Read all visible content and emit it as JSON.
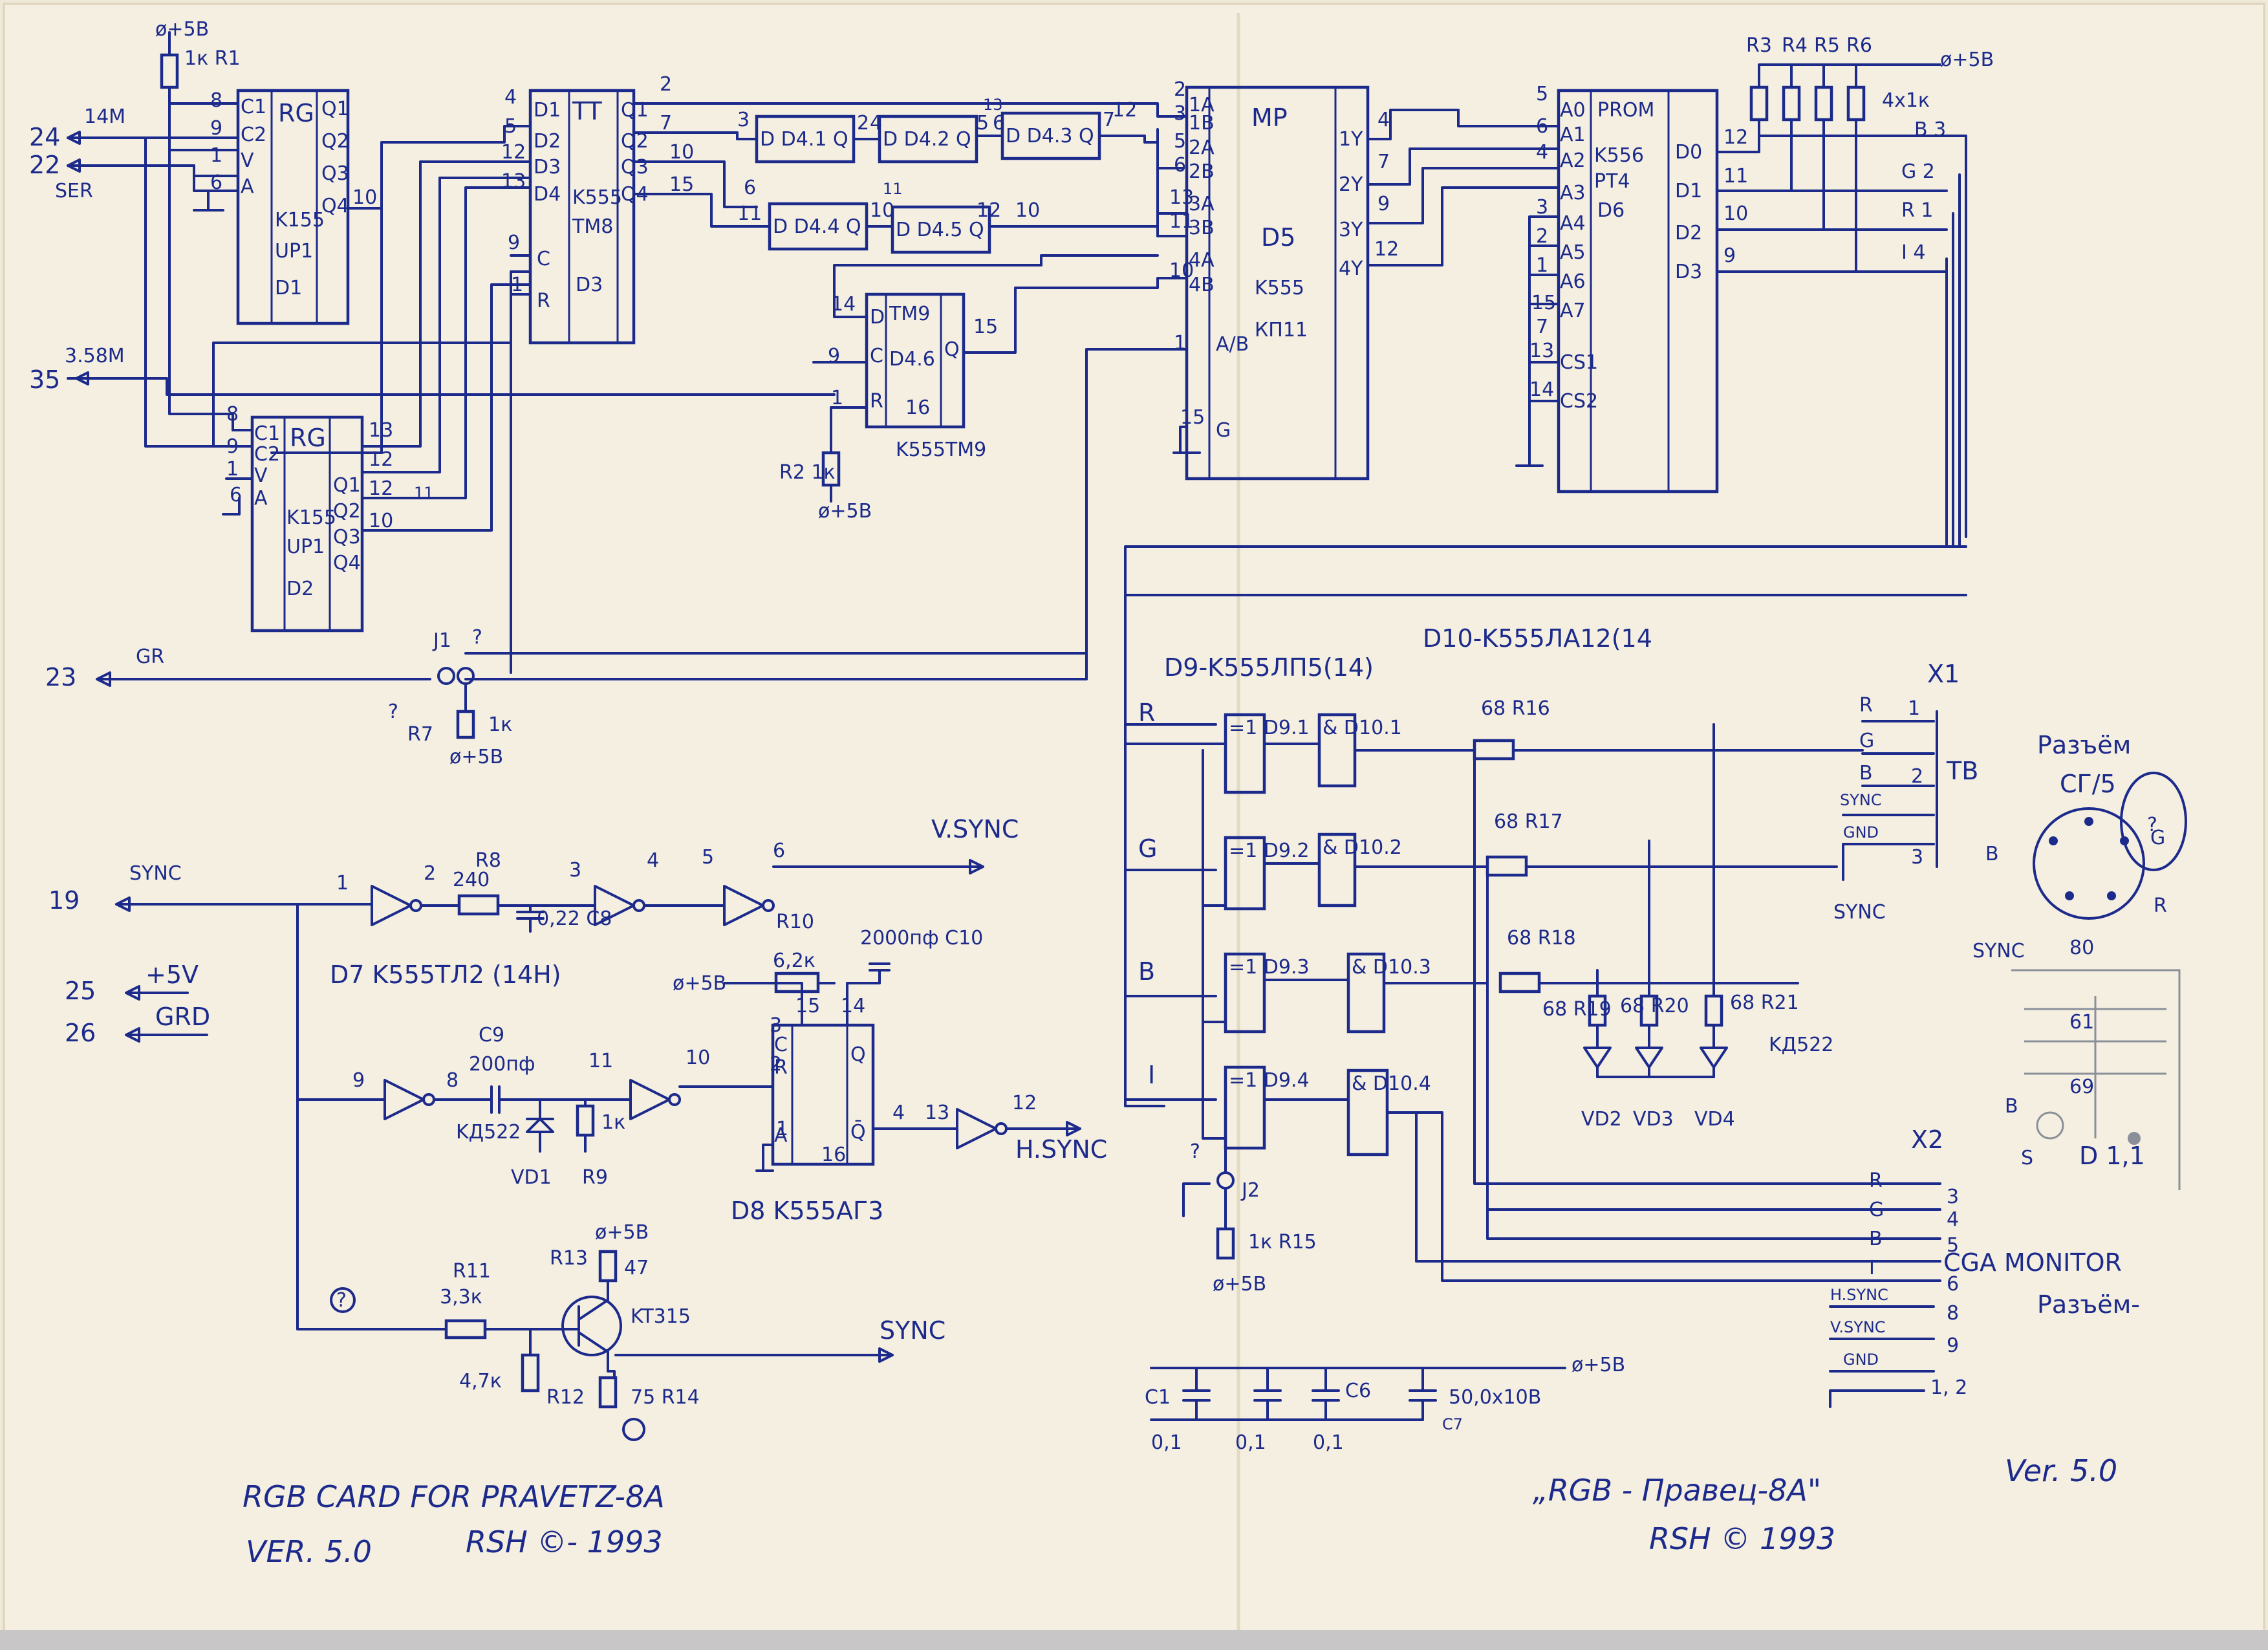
{
  "chips": {
    "d1": {
      "type": "RG",
      "part": "K155",
      "part2": "UP1",
      "ref": "D1",
      "pins_in": [
        "C1",
        "C2",
        "V",
        "A"
      ],
      "pins_out": [
        "Q1",
        "Q2",
        "Q3",
        "Q4"
      ],
      "pin_nums": [
        "8",
        "9",
        "1",
        "6",
        "10"
      ]
    },
    "d2": {
      "type": "RG",
      "part": "K155",
      "part2": "UP1",
      "ref": "D2",
      "pins_in": [
        "C1",
        "C2",
        "V",
        "A"
      ],
      "pins_out": [
        "Q1",
        "Q2",
        "Q3",
        "Q4"
      ],
      "pin_nums": [
        "8",
        "9",
        "1",
        "6",
        "13",
        "12",
        "12",
        "10",
        "11"
      ]
    },
    "d3": {
      "type": "TT",
      "part": "K555",
      "part2": "TM8",
      "ref": "D3",
      "pins_in": [
        "D1",
        "D2",
        "D3",
        "D4",
        "C",
        "R"
      ],
      "pins_out": [
        "Q1",
        "Q2",
        "Q3",
        "Q4"
      ],
      "pin_nums": [
        "4",
        "5",
        "12",
        "13",
        "9",
        "1",
        "2",
        "7",
        "10",
        "15"
      ]
    },
    "d4": {
      "cells": [
        "D D4.1 Q",
        "D D4.2 Q",
        "D D4.3 Q",
        "D D4.4 Q",
        "D D4.5 Q"
      ],
      "pin_nums": [
        "3",
        "2",
        "4",
        "5",
        "6",
        "7",
        "12",
        "13",
        "11",
        "10",
        "12",
        "10",
        "6",
        "11"
      ]
    },
    "d46": {
      "type": "TM9",
      "ref": "D4.6",
      "part": "K555TM9",
      "pins": [
        "D",
        "C",
        "R",
        "Q"
      ],
      "pin_nums": [
        "14",
        "9",
        "1",
        "16",
        "15"
      ]
    },
    "d5": {
      "type": "MP",
      "ref": "D5",
      "part": "K555",
      "part2": "КП11",
      "pins_in": [
        "1A",
        "1B",
        "2A",
        "2B",
        "3A",
        "3B",
        "4A",
        "4B",
        "A/B",
        "G"
      ],
      "pins_out": [
        "1Y",
        "2Y",
        "3Y",
        "4Y"
      ],
      "pin_nums": [
        "2",
        "3",
        "5",
        "6",
        "13",
        "11",
        "10",
        "1",
        "15",
        "4",
        "7",
        "9",
        "12"
      ]
    },
    "d6": {
      "type": "PROM",
      "ref": "D6",
      "part": "K556",
      "part2": "PT4",
      "pins_in": [
        "A0",
        "A1",
        "A2",
        "A3",
        "A4",
        "A5",
        "A6",
        "A7",
        "CS1",
        "CS2"
      ],
      "pins_out": [
        "D0",
        "D1",
        "D2",
        "D3"
      ],
      "pin_nums": [
        "5",
        "6",
        "4",
        "3",
        "2",
        "1",
        "15",
        "7",
        "13",
        "14",
        "12",
        "11",
        "10",
        "9"
      ]
    },
    "d7": {
      "label": "D7 K555TЛ2 (14H)",
      "pins": [
        "1",
        "2",
        "3",
        "4",
        "5",
        "6",
        "9",
        "8",
        "11",
        "10",
        "13",
        "12"
      ]
    },
    "d8": {
      "label": "D8 K555AГ3",
      "pins": [
        "3",
        "2",
        "1",
        "15",
        "14",
        "4",
        "16"
      ],
      "io": [
        "A",
        "R",
        "Q",
        "Q̄",
        "C"
      ]
    },
    "d9": {
      "label": "D9-K555ЛП5(14)",
      "cells": [
        "=1 D9.1",
        "=1 D9.2",
        "=1 D9.3",
        "=1 D9.4"
      ]
    },
    "d10": {
      "label": "D10-K555ЛA12(14",
      "cells": [
        "& D10.1",
        "& D10.2",
        "& D10.3",
        "& D10.4"
      ]
    }
  },
  "resistors": {
    "r1": "1к R1",
    "r2": "R2 1к",
    "r3_6": [
      "R3",
      "R4",
      "R5",
      "R6"
    ],
    "r3_6_val": "4x1к",
    "r7": "R7",
    "r7_val": "1к",
    "r8": "R8",
    "r8_val": "240",
    "r9": "R9",
    "r9_val": "1к",
    "r10": "R10",
    "r10_val": "6,2к",
    "r11": "R11",
    "r11_val": "3,3к",
    "r12": "R12",
    "r12_val": "4,7к",
    "r13": "R13",
    "r13_val": "47",
    "r14": "75 R14",
    "r15": "1к R15",
    "r16": "68 R16",
    "r17": "68 R17",
    "r18": "68 R18",
    "r19": "68 R19",
    "r20": "68 R20",
    "r21": "68 R21"
  },
  "caps": {
    "c8": "0,22 C8",
    "c9": "C9",
    "c9_val": "200пф",
    "c10": "2000пф C10",
    "c1_val": "0,1",
    "c2_val": "0,1",
    "c6": "C6",
    "c6_val": "0,1",
    "c7": "50,0x10B",
    "c7_ref": "C7",
    "c1": "C1"
  },
  "diodes": {
    "vd1": "VD1",
    "vd1_part": "KД522",
    "vd2": "VD2",
    "vd3": "VD3",
    "vd4": "VD4",
    "vd_part": "KД522"
  },
  "transistor": {
    "part": "KT315"
  },
  "jumpers": {
    "j1": "J1",
    "j2": "J2"
  },
  "supply": {
    "plus5": "+5B",
    "plus5_alt": "ø+5B"
  },
  "edge_pins": {
    "p24": "24",
    "p22": "22",
    "p35": "35",
    "p23": "23",
    "p19": "19",
    "p25": "25",
    "p26": "26",
    "n14m": "14M",
    "nser": "SER",
    "n358": "3.58M",
    "ngr": "GR",
    "nsync": "SYNC",
    "n5v": "+5V",
    "ngnd": "GRD"
  },
  "signals": {
    "vsync": "V.SYNC",
    "hsync": "H.SYNC",
    "sync": "SYNC",
    "b3": "B 3",
    "g2": "G 2",
    "r1": "R 1",
    "i4": "I 4",
    "r": "R",
    "g": "G",
    "b": "B",
    "i": "I"
  },
  "connectors": {
    "x1": "X1",
    "x1_tb": "TB",
    "x1_labels": [
      "R",
      "G",
      "B",
      "SYNC",
      "GND"
    ],
    "x1_pins": [
      "1",
      "2",
      "3"
    ],
    "x2": "X2",
    "x2_labels": [
      "R",
      "G",
      "B",
      "I",
      "H.SYNC",
      "V.SYNC",
      "GND"
    ],
    "x2_pins": [
      "3",
      "4",
      "5",
      "6",
      "8",
      "9",
      "1, 2"
    ],
    "x2_desc": "CGA MONITOR",
    "x2_desc2": "Разъём-",
    "sg5": "Разъём",
    "sg5b": "СГ/5",
    "sg5_pins": [
      "B",
      "G",
      "R",
      "SYNC"
    ],
    "din_pins": [
      "61",
      "69",
      "B",
      "S",
      "80"
    ],
    "din_label": "D 1,1"
  },
  "titles": {
    "left1": "RGB CARD FOR PRAVETZ-8A",
    "left2": "VER. 5.0",
    "left3": "RSH ©- 1993",
    "right1": "„RGB - Правец-8A\"",
    "right1b": "Ver. 5.0",
    "right2": "RSH © 1993"
  },
  "marks": {
    "q": "?"
  }
}
